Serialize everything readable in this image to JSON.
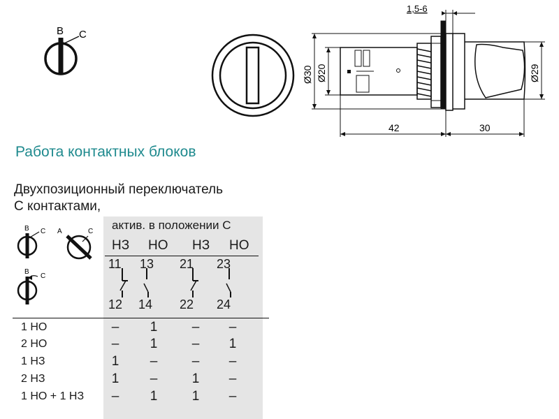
{
  "top_symbol": {
    "label_b": "B",
    "label_c": "C"
  },
  "drawing": {
    "dim_flange": "1,5-6",
    "dim_outer": "Ø30",
    "dim_inner": "Ø20",
    "dim_cap": "Ø29",
    "dim_body_length": "42",
    "dim_cap_length": "30"
  },
  "section_title": "Работа контактных блоков",
  "description_line1": "Двухпозиционный переключатель",
  "description_line2": "С контактами,",
  "symbols": {
    "sym1": {
      "label_b": "B",
      "label_c": "C"
    },
    "sym2": {
      "label_a": "A",
      "label_c": "C"
    },
    "sym3": {
      "label_b": "B",
      "label_c": "C"
    }
  },
  "table": {
    "header_active": "актив. в положении С",
    "contact_types": [
      "НЗ",
      "НО",
      "НЗ",
      "НО"
    ],
    "terminals_top": [
      "11",
      "13",
      "21",
      "23"
    ],
    "terminals_bottom": [
      "12",
      "14",
      "22",
      "24"
    ],
    "rows": [
      {
        "label": "1 НО",
        "cells": [
          "–",
          "1",
          "–",
          "–"
        ]
      },
      {
        "label": "2 НО",
        "cells": [
          "–",
          "1",
          "–",
          "1"
        ]
      },
      {
        "label": "1 НЗ",
        "cells": [
          "1",
          "–",
          "–",
          "–"
        ]
      },
      {
        "label": "2 НЗ",
        "cells": [
          "1",
          "–",
          "1",
          "–"
        ]
      },
      {
        "label": "1 НО + 1 НЗ",
        "cells": [
          "–",
          "1",
          "1",
          "–"
        ]
      }
    ]
  }
}
